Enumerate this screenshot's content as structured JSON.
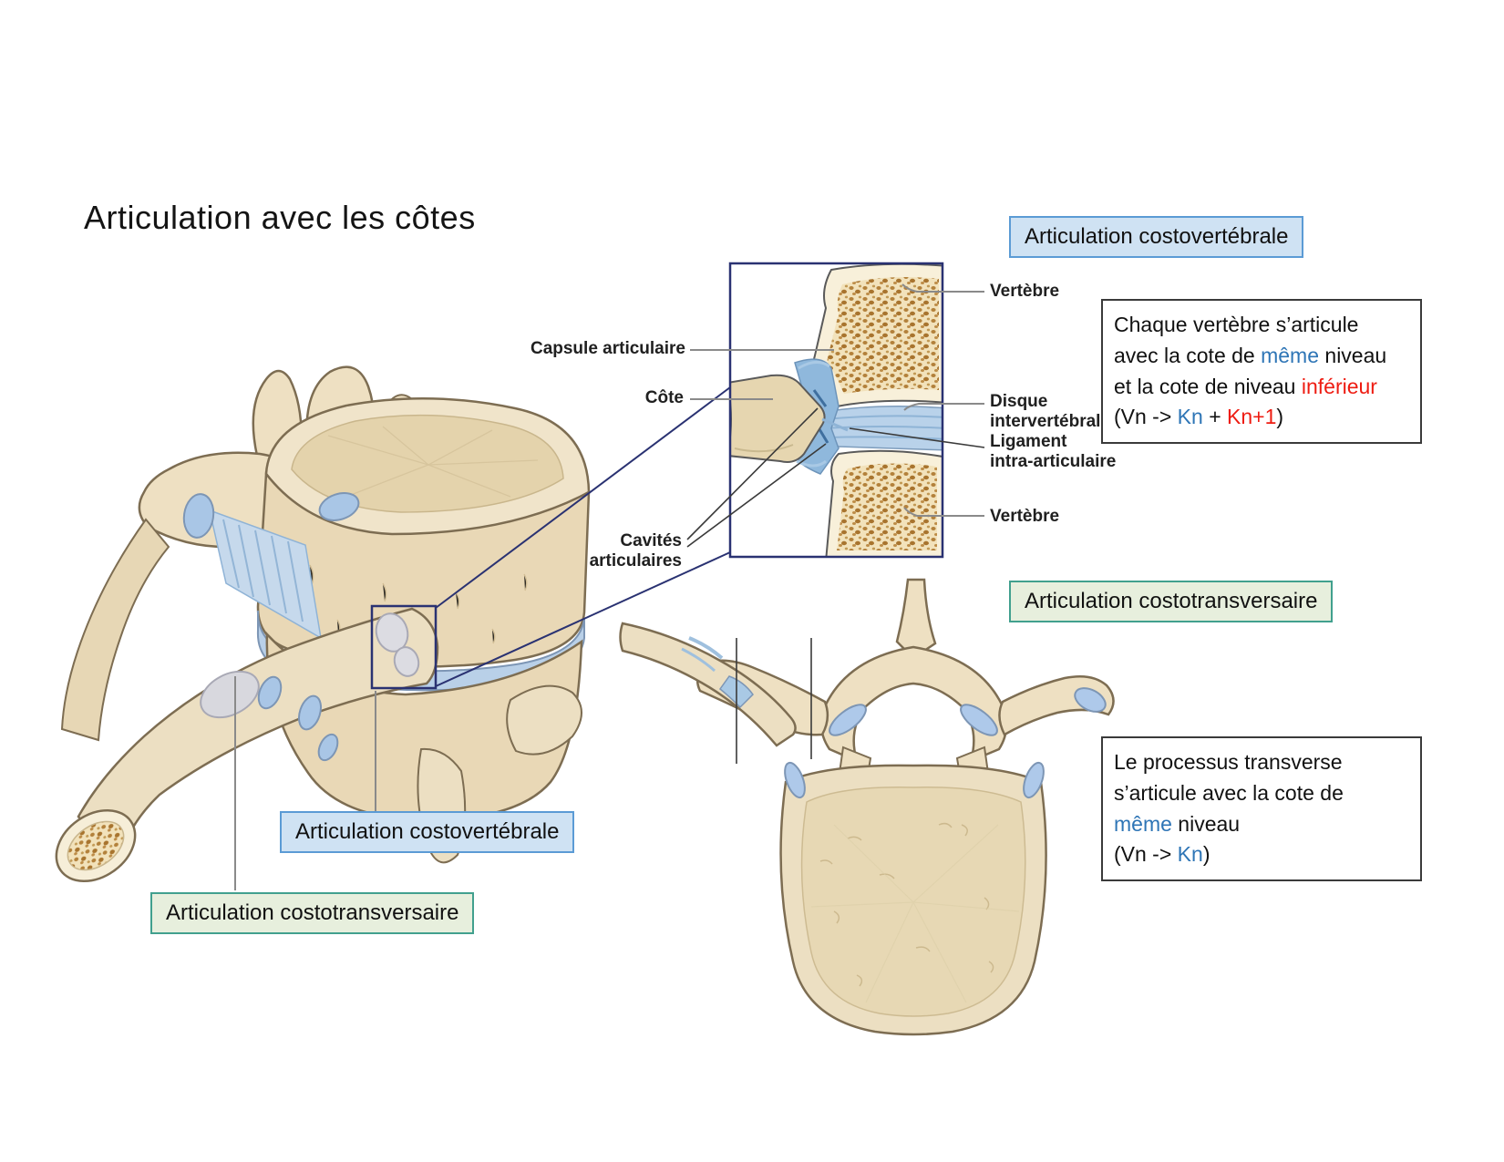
{
  "title": "Articulation avec les côtes",
  "colors": {
    "accent_blue": "#2e75b6",
    "accent_red": "#ee1c12",
    "box_blue_bg": "#cfe2f3",
    "box_blue_border": "#5b9bd5",
    "box_green_bg": "#e7efdd",
    "box_green_border": "#41a08e",
    "callout_navy": "#2a3272",
    "leader_gray": "#8a8a8a"
  },
  "callouts": {
    "costovertebrale_top": "Articulation costovertébrale",
    "costotransversaire_right": "Articulation costotransversaire",
    "costovertebrale_bottom": "Articulation costovertébrale",
    "costotransversaire_bottom": "Articulation costotransversaire"
  },
  "info_box_costovertebrale": {
    "l1": "Chaque vertèbre s’articule",
    "l2a": "avec la cote de ",
    "l2b": "même",
    "l2c": " niveau",
    "l3a": "et la cote de niveau ",
    "l3b": "inférieur",
    "l4a": "(Vn -> ",
    "l4b": "Kn",
    "l4c": " + ",
    "l4d": "Kn+1",
    "l4e": ")"
  },
  "info_box_costotransversaire": {
    "l1": "Le processus transverse",
    "l2": "s’articule avec la cote de",
    "l3a": "même",
    "l3b": " niveau",
    "l4a": "(Vn -> ",
    "l4b": "Kn",
    "l4c": ")"
  },
  "anatomy_labels": {
    "capsule": "Capsule articulaire",
    "cote": "Côte",
    "cavites_1": "Cavités",
    "cavites_2": "articulaires",
    "vertebre_top": "Vertèbre",
    "disque_1": "Disque",
    "disque_2": "intervertébral",
    "ligament_1": "Ligament",
    "ligament_2": "intra-articulaire",
    "vertebre_bottom": "Vertèbre"
  }
}
